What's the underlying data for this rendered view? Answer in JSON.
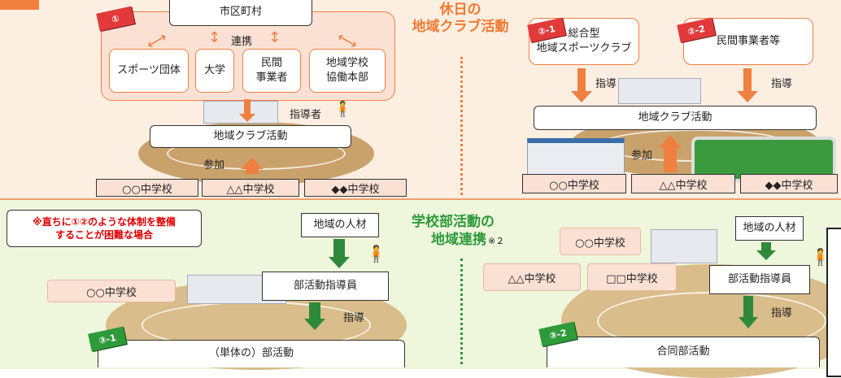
{
  "top_left": {
    "municipality": "市区町村",
    "link": "連携",
    "orgs": [
      "スポーツ団体",
      "大学",
      "民間\n事業者",
      "地域学校\n協働本部"
    ],
    "leader": "指導者",
    "club": "地域クラブ活動",
    "join": "参加",
    "schools": [
      "○○中学校",
      "△△中学校",
      "◆◆中学校"
    ],
    "flag": "①"
  },
  "center_title": {
    "line1": "休日の",
    "line2": "地域クラブ活動"
  },
  "top_right": {
    "box1": "総合型\n地域スポーツクラブ",
    "box2": "民間事業者等",
    "guide": "指導",
    "club": "地域クラブ活動",
    "join": "参加",
    "schools": [
      "○○中学校",
      "△△中学校",
      "◆◆中学校"
    ],
    "flag1": "②-1",
    "flag2": "②-2"
  },
  "bottom_left": {
    "note": "※直ちに①②のような体制を整備\nすることが困難な場合",
    "talent": "地域の人材",
    "school": "○○中学校",
    "coach": "部活動指導員",
    "guide": "指導",
    "activity": "（単体の）部活動",
    "flag": "③-1"
  },
  "bottom_title": {
    "line1": "学校部活動の",
    "line2": "地域連携",
    "note": "※２"
  },
  "bottom_right": {
    "school1": "○○中学校",
    "school2": "△△中学校",
    "school3": "□□中学校",
    "talent": "地域の人材",
    "coach": "部活動指導員",
    "guide": "指導",
    "activity": "合同部活動",
    "flag": "③-2"
  },
  "colors": {
    "orange": "#f08040",
    "green": "#2e8a3a",
    "pink": "#fbe1d4",
    "top_bg": "#fdeee2",
    "bottom_bg": "#eef6dc"
  }
}
